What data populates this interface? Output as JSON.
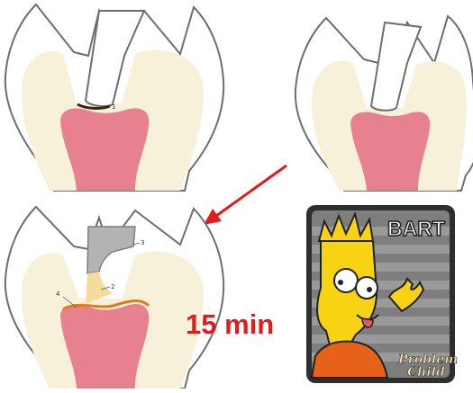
{
  "labels": {
    "tooth1_dentin_mark": "1",
    "tooth3_restoration": "3",
    "tooth3_liner": "2",
    "tooth3_base_line": "4"
  },
  "timer": {
    "text": "15 min",
    "color": "#e21c1c"
  },
  "card": {
    "name": "BART",
    "tag_line1": "Problem",
    "tag_line2": "Child"
  },
  "colors": {
    "enamel_outline": "#6e6e6e",
    "dentin": "#f8f1d9",
    "pulp": "#e8818f",
    "restoration": "#b3b3b3",
    "liner": "#f6dc9c",
    "reaction_layer": "#e47a18",
    "arrow": "#e21c1c",
    "card_stripe": "#9a9a9a",
    "character_skin": "#f7d313"
  }
}
